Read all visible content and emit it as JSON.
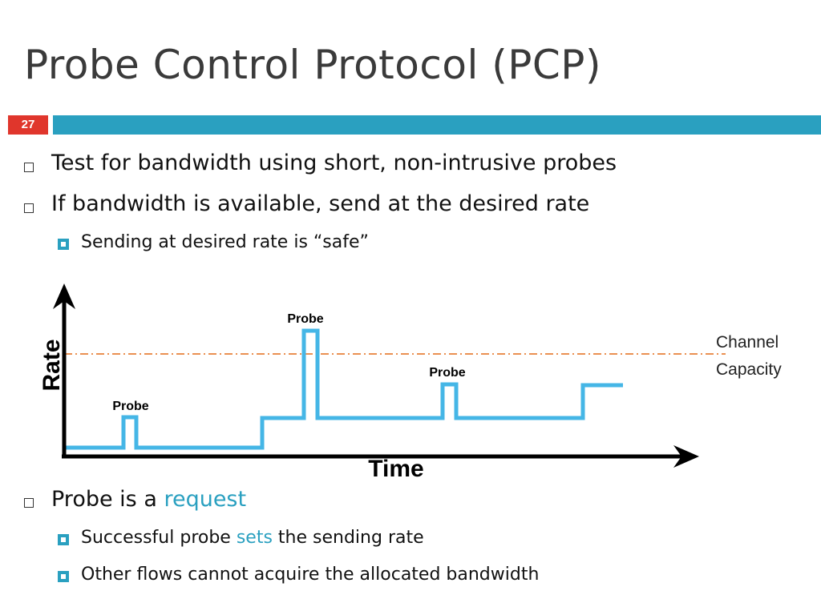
{
  "slide": {
    "title": "Probe Control Protocol (PCP)",
    "number": "27"
  },
  "bullets_top": [
    {
      "text": "Test for bandwidth using short, non-intrusive probes"
    },
    {
      "text": "If bandwidth is available, send at the desired rate"
    }
  ],
  "sub_bullet_top": "Sending at desired rate is “safe”",
  "diagram": {
    "y_axis_label": "Rate",
    "x_axis_label": "Time",
    "probe_label_1": "Probe",
    "probe_label_2": "Probe",
    "probe_label_3": "Probe",
    "capacity_label_line1": "Channel",
    "capacity_label_line2": "Capacity",
    "colors": {
      "signal": "#45b6e6",
      "capacity_line": "#e8803a",
      "axes": "#000000"
    }
  },
  "bullets_bottom": {
    "request_prefix": "Probe is a ",
    "request_word": "request",
    "sub1_prefix": "Successful probe ",
    "sub1_word": "sets",
    "sub1_suffix": " the sending rate",
    "sub2": "Other flows cannot acquire the allocated bandwidth"
  },
  "colors": {
    "accent": "#2aa0c0",
    "slide_number_bg": "#e0362c",
    "title": "#3a3a3a"
  }
}
